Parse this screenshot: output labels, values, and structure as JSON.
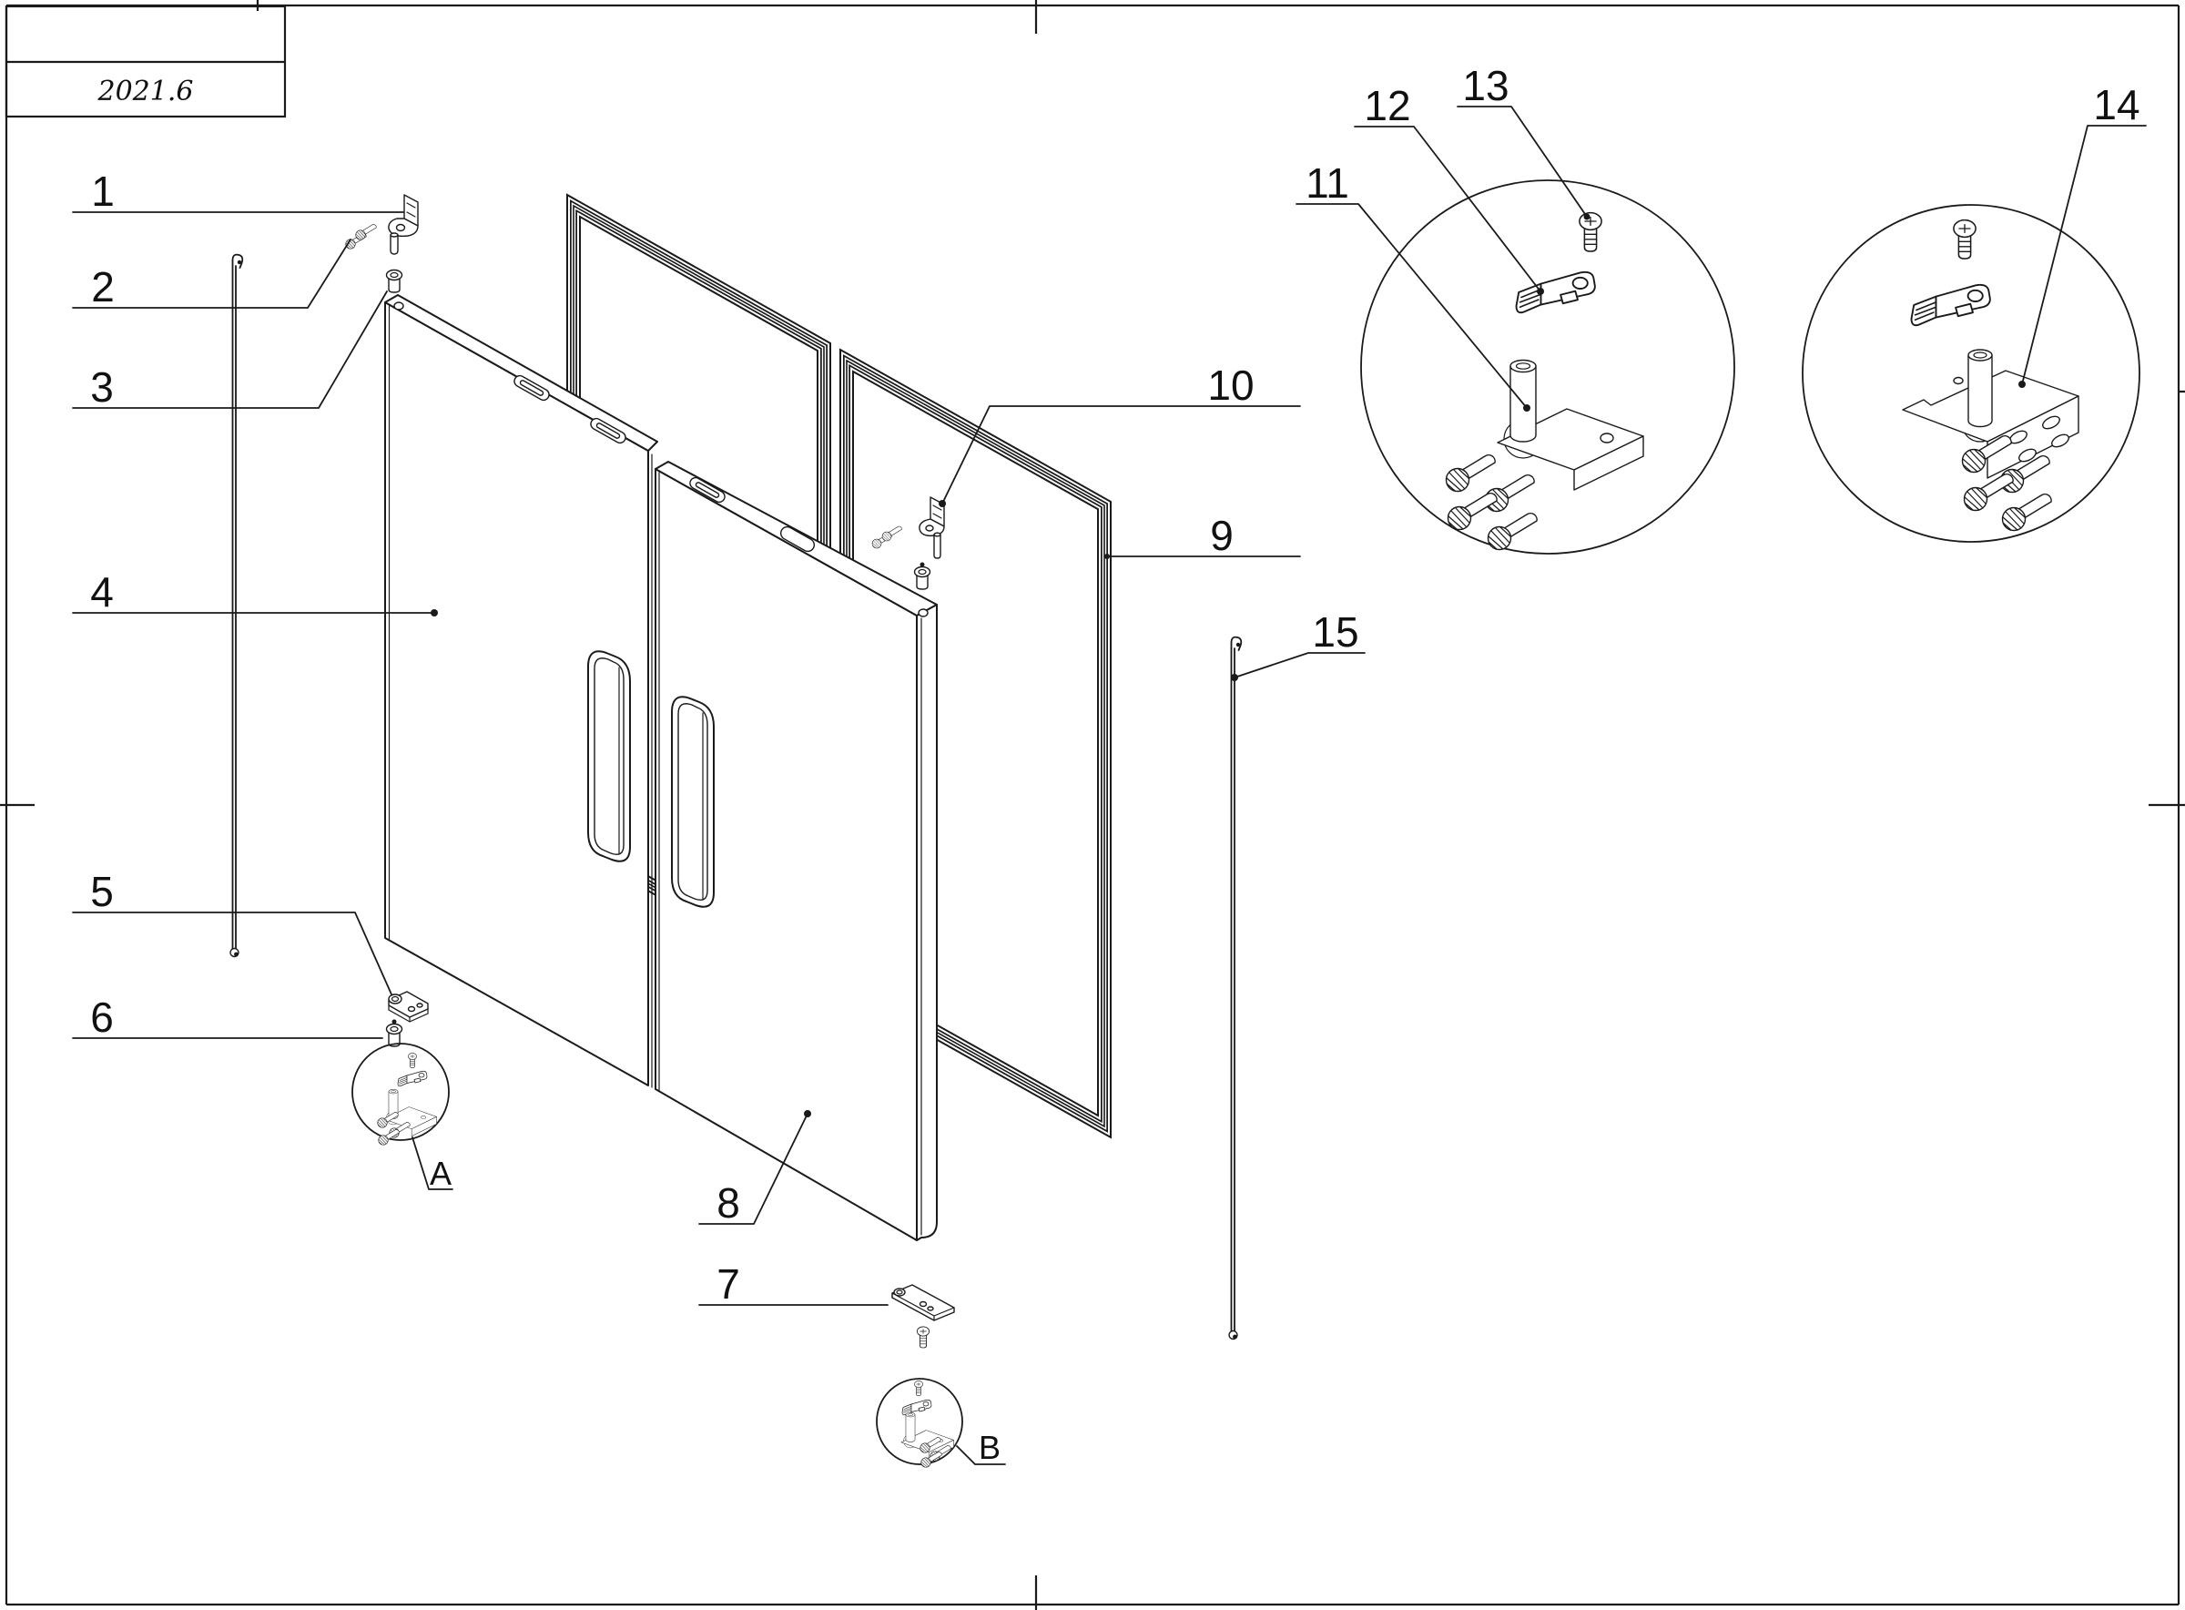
{
  "sheet": {
    "date": "2021.6"
  },
  "labels": {
    "n1": "1",
    "n2": "2",
    "n3": "3",
    "n4": "4",
    "n5": "5",
    "n6": "6",
    "n7": "7",
    "n8": "8",
    "n9": "9",
    "n10": "10",
    "n11": "11",
    "n12": "12",
    "n13": "13",
    "n14": "14",
    "n15": "15",
    "detail_a": "A",
    "detail_b": "B"
  },
  "colors": {
    "line": "#1a1a1a",
    "background": "#ffffff"
  }
}
